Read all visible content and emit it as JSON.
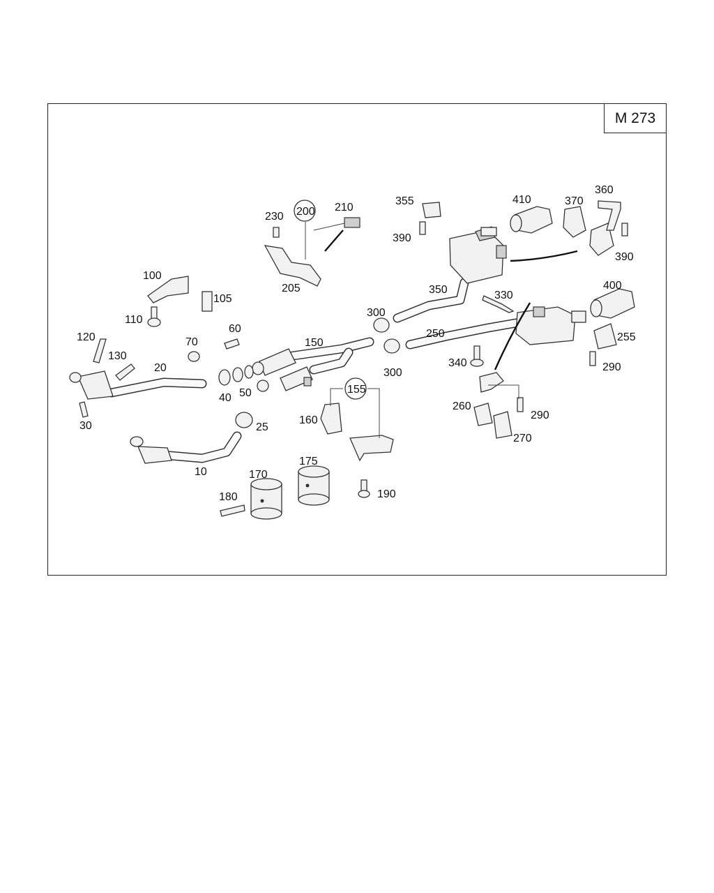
{
  "model_code": "M 273",
  "callouts": {
    "c10": "10",
    "c20": "20",
    "c25": "25",
    "c30": "30",
    "c40": "40",
    "c50": "50",
    "c60": "60",
    "c70": "70",
    "c100": "100",
    "c105": "105",
    "c110": "110",
    "c120": "120",
    "c130": "130",
    "c150": "150",
    "c155": "155",
    "c160": "160",
    "c170": "170",
    "c175": "175",
    "c180": "180",
    "c190": "190",
    "c200": "200",
    "c205": "205",
    "c210": "210",
    "c230": "230",
    "c250": "250",
    "c255": "255",
    "c260": "260",
    "c270": "270",
    "c290a": "290",
    "c290b": "290",
    "c300a": "300",
    "c300b": "300",
    "c330": "330",
    "c340": "340",
    "c350": "350",
    "c355": "355",
    "c360": "360",
    "c370": "370",
    "c390a": "390",
    "c390b": "390",
    "c400": "400",
    "c410": "410"
  },
  "colors": {
    "frame": "#222222",
    "line": "#333333",
    "accent_lead": "#1a1a8c"
  }
}
